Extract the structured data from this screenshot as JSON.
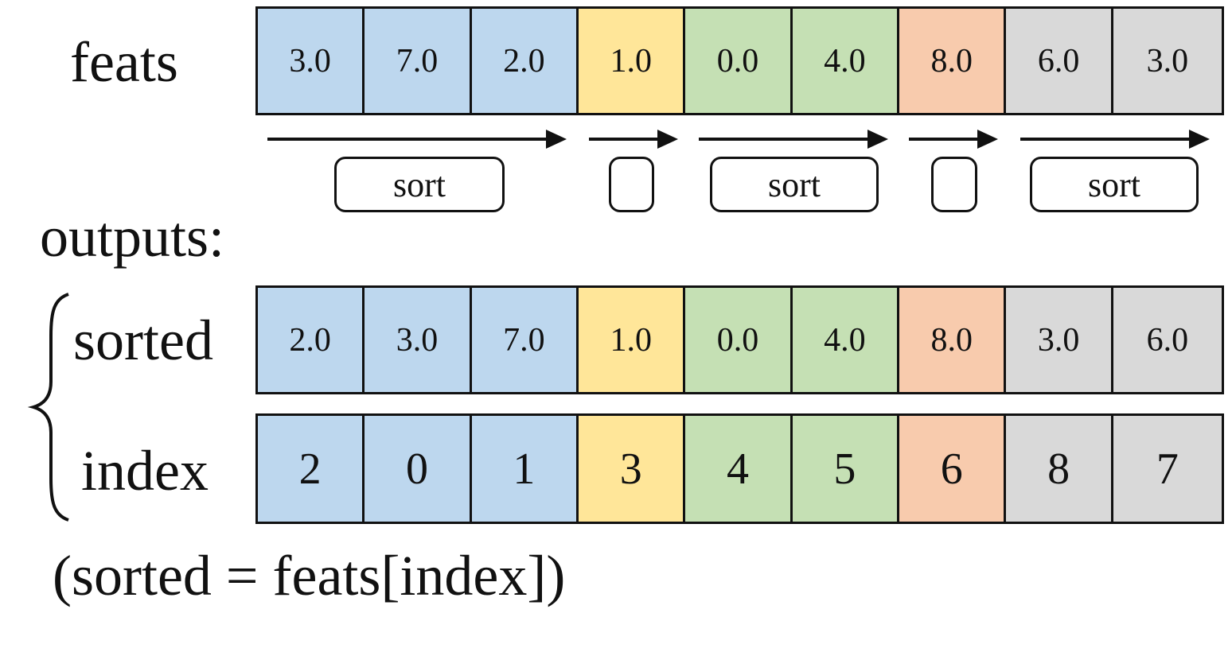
{
  "colors": {
    "blue": "#bdd7ee",
    "yellow": "#ffe699",
    "green": "#c5e0b4",
    "orange": "#f8cbad",
    "gray": "#d9d9d9",
    "border": "#111111"
  },
  "feats": {
    "label": "feats",
    "cells": [
      {
        "value": "3.0",
        "group": "blue"
      },
      {
        "value": "7.0",
        "group": "blue"
      },
      {
        "value": "2.0",
        "group": "blue"
      },
      {
        "value": "1.0",
        "group": "yellow"
      },
      {
        "value": "0.0",
        "group": "green"
      },
      {
        "value": "4.0",
        "group": "green"
      },
      {
        "value": "8.0",
        "group": "orange"
      },
      {
        "value": "6.0",
        "group": "gray"
      },
      {
        "value": "3.0",
        "group": "gray"
      }
    ]
  },
  "segments": [
    {
      "box_label": "sort"
    },
    {
      "box_label": ""
    },
    {
      "box_label": "sort"
    },
    {
      "box_label": ""
    },
    {
      "box_label": "sort"
    }
  ],
  "outputs_label": "outputs:",
  "sorted": {
    "label": "sorted",
    "cells": [
      {
        "value": "2.0",
        "group": "blue"
      },
      {
        "value": "3.0",
        "group": "blue"
      },
      {
        "value": "7.0",
        "group": "blue"
      },
      {
        "value": "1.0",
        "group": "yellow"
      },
      {
        "value": "0.0",
        "group": "green"
      },
      {
        "value": "4.0",
        "group": "green"
      },
      {
        "value": "8.0",
        "group": "orange"
      },
      {
        "value": "3.0",
        "group": "gray"
      },
      {
        "value": "6.0",
        "group": "gray"
      }
    ]
  },
  "index": {
    "label": "index",
    "cells": [
      {
        "value": "2",
        "group": "blue"
      },
      {
        "value": "0",
        "group": "blue"
      },
      {
        "value": "1",
        "group": "blue"
      },
      {
        "value": "3",
        "group": "yellow"
      },
      {
        "value": "4",
        "group": "green"
      },
      {
        "value": "5",
        "group": "green"
      },
      {
        "value": "6",
        "group": "orange"
      },
      {
        "value": "8",
        "group": "gray"
      },
      {
        "value": "7",
        "group": "gray"
      }
    ]
  },
  "footnote": "(sorted = feats[index])"
}
